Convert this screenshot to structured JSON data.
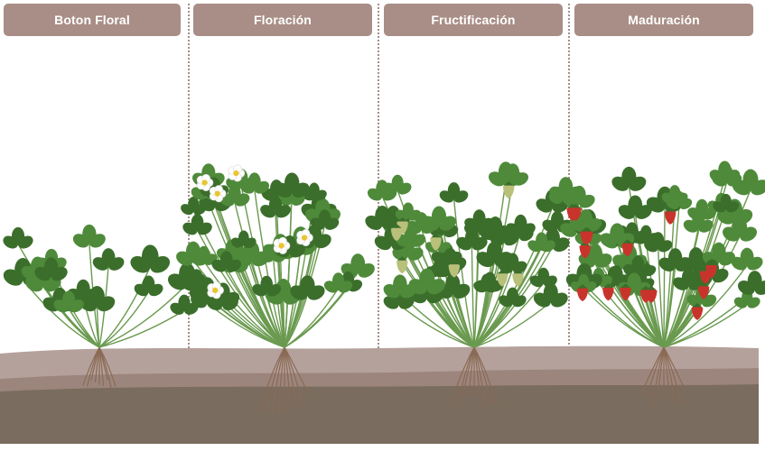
{
  "stages": [
    {
      "label": "Boton Floral"
    },
    {
      "label": "Floración"
    },
    {
      "label": "Fructificación"
    },
    {
      "label": "Maduración"
    }
  ],
  "colors": {
    "tab": "#a88e86",
    "soil_top": "#b5a19b",
    "soil_deep": "#7a6c5e",
    "leaf": "#4e8a3a",
    "leaf_dark": "#3b6e2b",
    "flower": "#ffffff",
    "flower_center": "#e9c630",
    "fruit_ripe": "#c8342b",
    "fruit_unripe": "#b9c07a",
    "root": "#8a6a55"
  },
  "icons": [
    "strawberry-plant-icon",
    "strawberry-flower-icon",
    "strawberry-fruit-icon"
  ]
}
